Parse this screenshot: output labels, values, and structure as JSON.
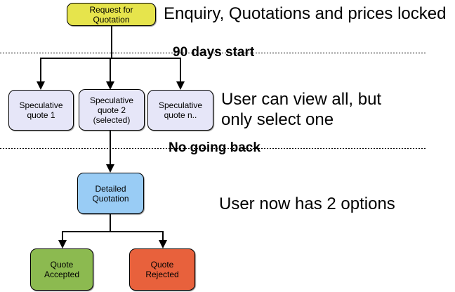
{
  "flowchart": {
    "title_hint": "quotation-process-flowchart",
    "nodes": [
      {
        "id": "request-for-quotation",
        "label": "Request for\nQuotation",
        "fill": "#e6e44c"
      },
      {
        "id": "speculative-quote-1",
        "label": "Speculative\nquote 1",
        "fill": "#e6e6f8"
      },
      {
        "id": "speculative-quote-2",
        "label": "Speculative\nquote 2\n(selected)",
        "fill": "#e6e6f8"
      },
      {
        "id": "speculative-quote-n",
        "label": "Speculative\nquote n..",
        "fill": "#e6e6f8"
      },
      {
        "id": "detailed-quotation",
        "label": "Detailed\nQuotation",
        "fill": "#99ccf5"
      },
      {
        "id": "quote-accepted",
        "label": "Quote\nAccepted",
        "fill": "#8cba50"
      },
      {
        "id": "quote-rejected",
        "label": "Quote\nRejected",
        "fill": "#e8613c"
      }
    ],
    "dividers": [
      {
        "label": "90 days start"
      },
      {
        "label": "No going back"
      }
    ],
    "annotations": [
      {
        "text": "Enquiry, Quotations and prices locked"
      },
      {
        "text": "User can view all, but\nonly select one"
      },
      {
        "text": "User now has 2 options"
      }
    ],
    "colors": {
      "node_border": "#000000",
      "connector": "#000000",
      "yellow": "#e6e44c",
      "lavender": "#e6e6f8",
      "blue": "#99ccf5",
      "green": "#8cba50",
      "red": "#e8613c"
    }
  }
}
